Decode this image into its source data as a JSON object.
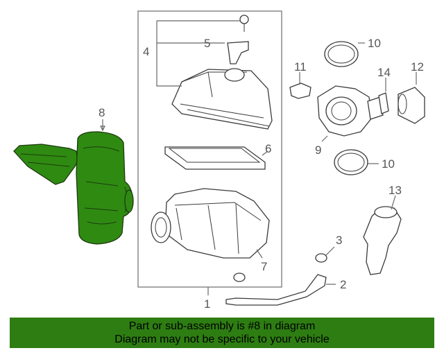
{
  "diagram": {
    "callouts": [
      "1",
      "2",
      "3",
      "4",
      "5",
      "6",
      "7",
      "8",
      "9",
      "10",
      "10",
      "11",
      "12",
      "13",
      "14"
    ]
  },
  "banner": {
    "line1": "Part or sub-assembly is #8 in diagram",
    "line2": "Diagram may not be specific to your vehicle",
    "color": "#2e7d12"
  },
  "colors": {
    "highlight_part": "#2f8a12"
  }
}
